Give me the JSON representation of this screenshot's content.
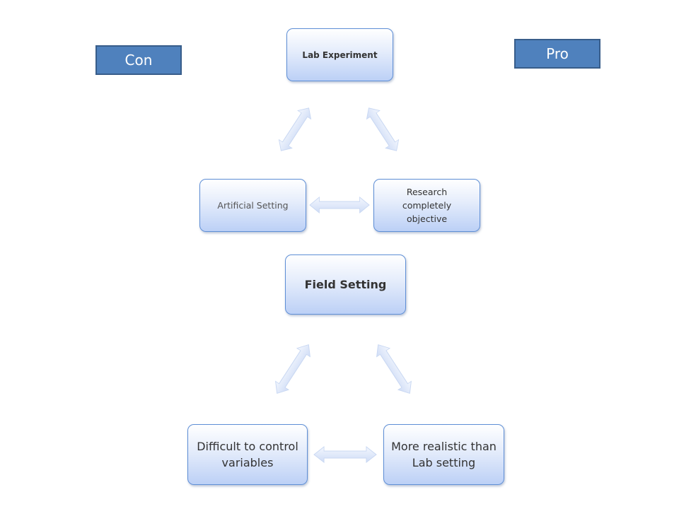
{
  "labels": {
    "con": "Con",
    "pro": "Pro"
  },
  "top_cycle": {
    "center": "Lab Experiment",
    "left": "Artificial Setting",
    "right": "Research completely objective"
  },
  "bottom_cycle": {
    "center": "Field Setting",
    "left": "Difficult to control variables",
    "right": "More realistic than Lab setting"
  },
  "colors": {
    "label_fill": "#4f81bd",
    "label_border": "#385d8a",
    "node_border": "#5f8fd6",
    "arrow_fill": "#dbe6f9"
  }
}
